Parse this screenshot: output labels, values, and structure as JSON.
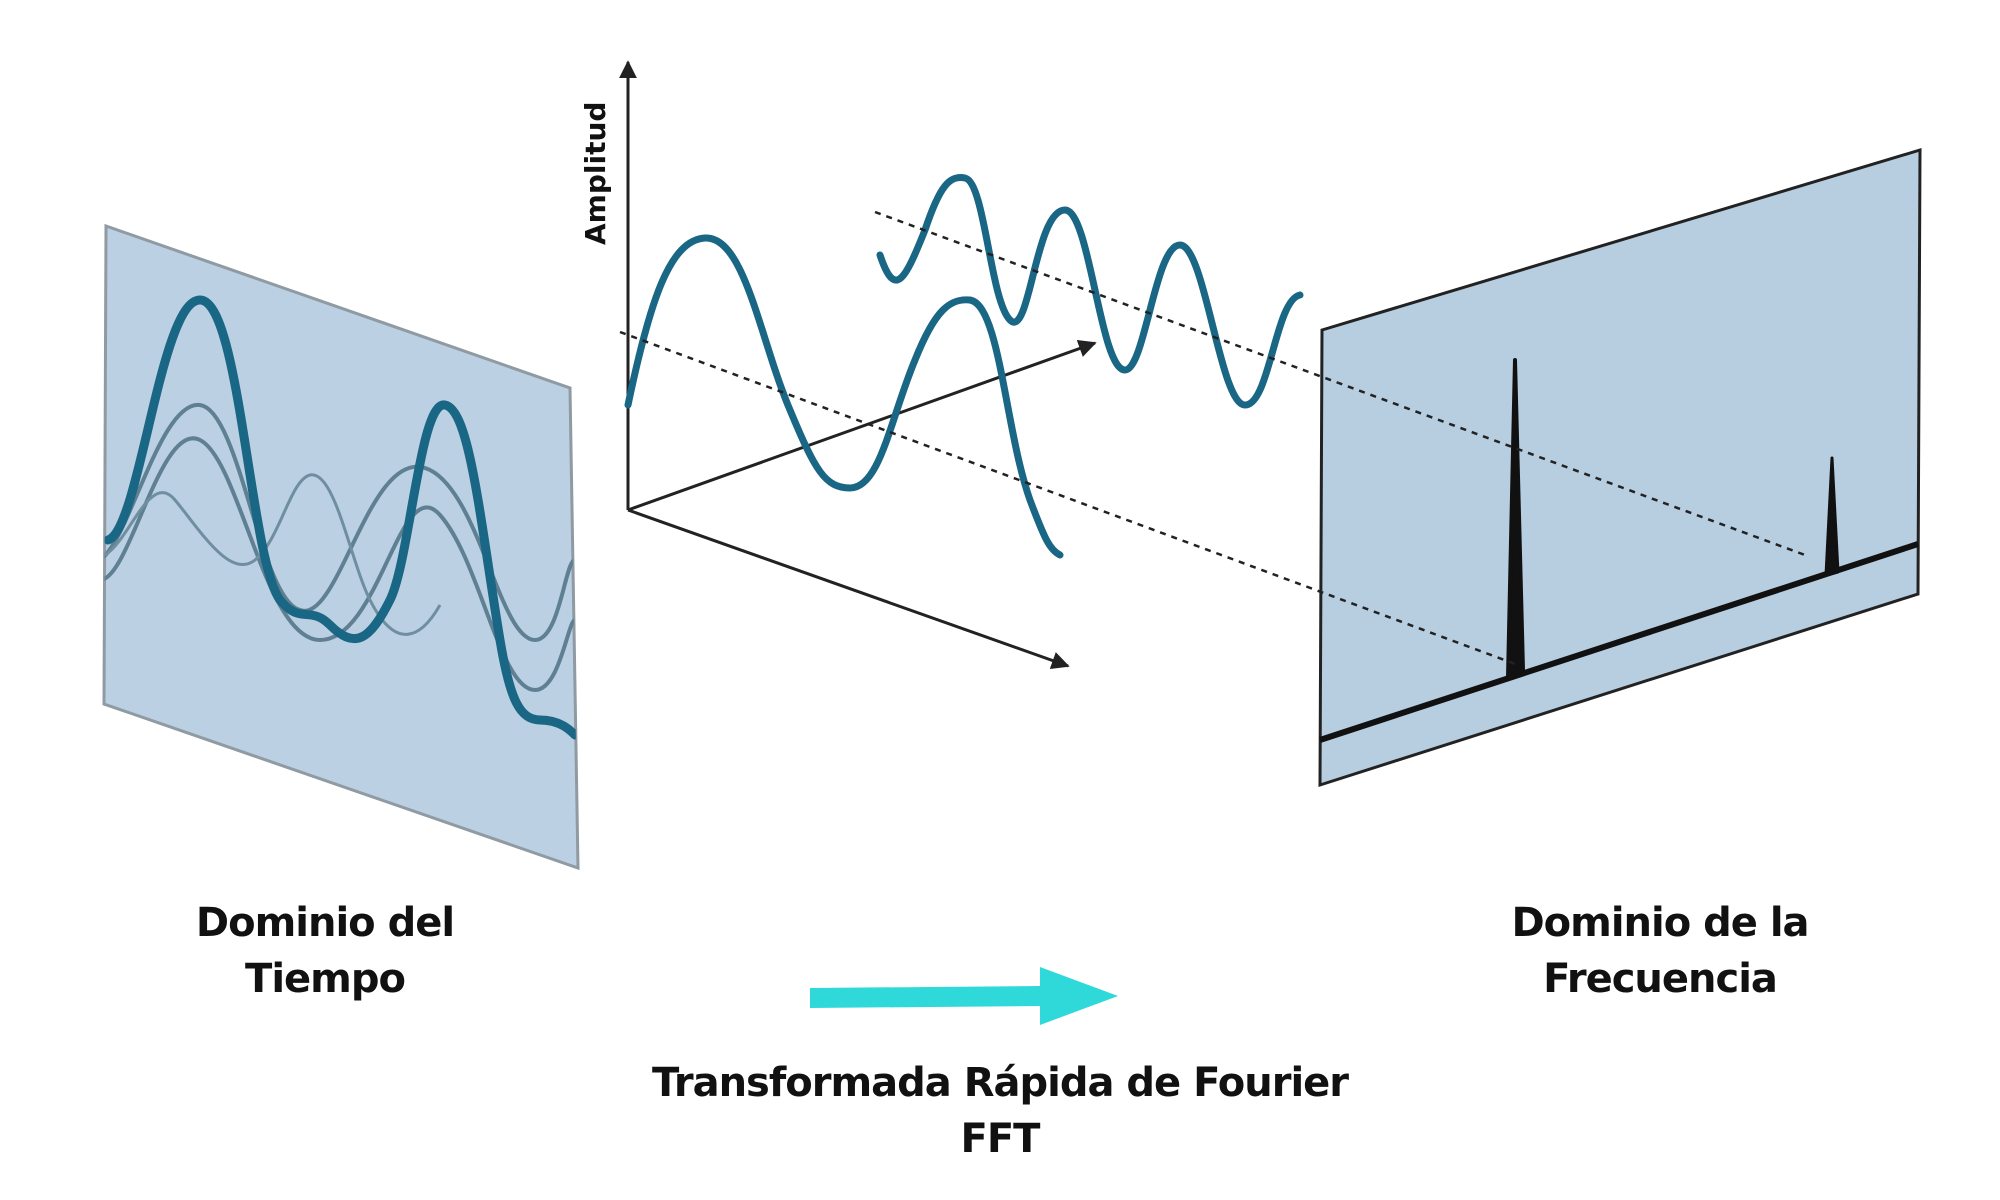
{
  "diagram": {
    "axis_label": "Amplitud",
    "time_domain_caption": [
      "Dominio del",
      "Tiempo"
    ],
    "frequency_domain_caption": [
      "Dominio de la",
      "Frecuencia"
    ],
    "transform_caption": [
      "Transformada Rápida de Fourier",
      "FFT"
    ],
    "colors": {
      "panel_fill": "#b7cde0",
      "panel_border": "#8f9aa3",
      "wave": "#1a6685",
      "wave_faint": "#5f7f93",
      "arrow": "#2fd9d9",
      "axis": "#222222"
    }
  }
}
